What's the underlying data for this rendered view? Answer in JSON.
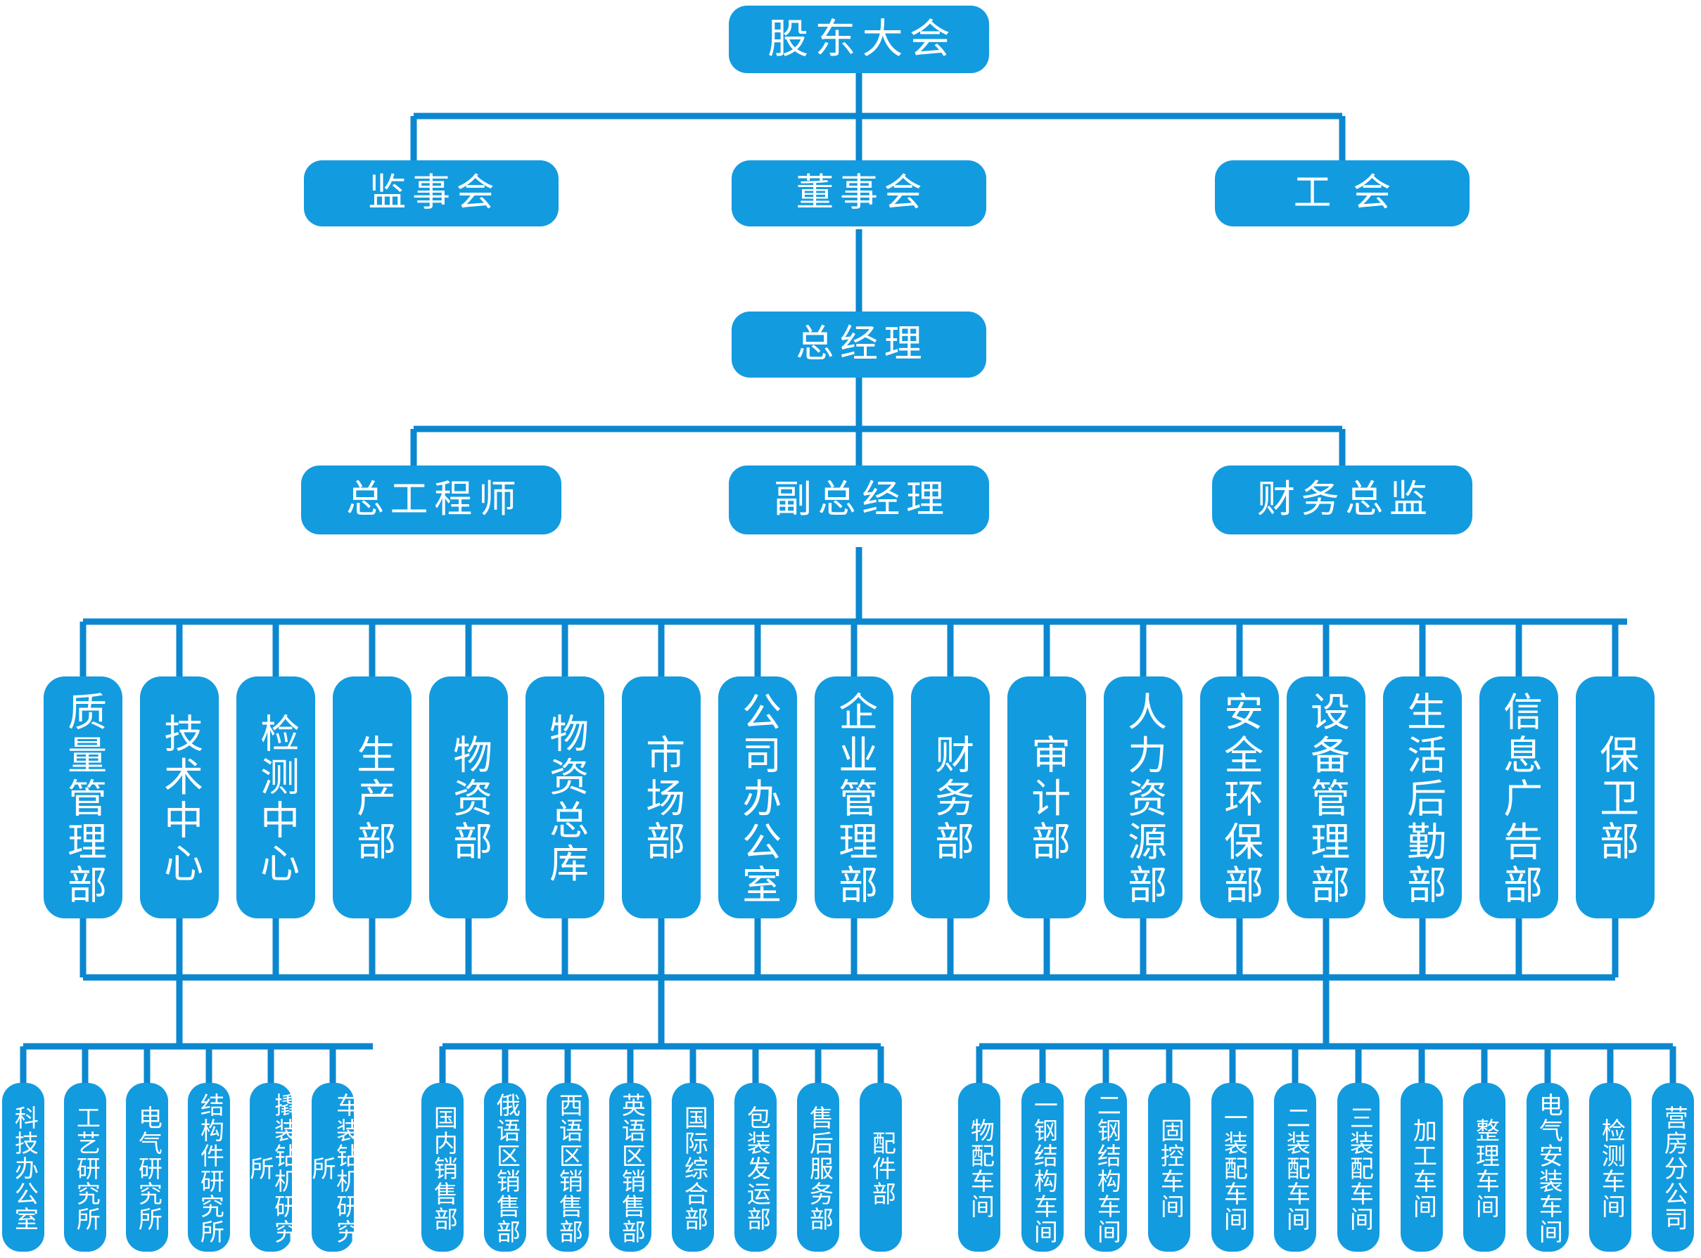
{
  "theme": {
    "node_fill": "#139BE0",
    "line_color": "#0B87D0",
    "text_color": "#FFFFFF",
    "background": "#FFFFFF"
  },
  "chart_title": "",
  "levels": {
    "level1": {
      "label": "股东大会"
    },
    "level2": [
      {
        "label": "监事会"
      },
      {
        "label": "董事会"
      },
      {
        "label": "工 会"
      }
    ],
    "level3": {
      "label": "总经理"
    },
    "level4": [
      {
        "label": "总工程师"
      },
      {
        "label": "副总经理"
      },
      {
        "label": "财务总监"
      }
    ]
  },
  "departments": [
    {
      "label": "质量管理部"
    },
    {
      "label": "技术中心"
    },
    {
      "label": "检测中心"
    },
    {
      "label": "生产部"
    },
    {
      "label": "物资部"
    },
    {
      "label": "物资总库"
    },
    {
      "label": "市场部"
    },
    {
      "label": "公司办公室"
    },
    {
      "label": "企业管理部"
    },
    {
      "label": "财务部"
    },
    {
      "label": "审计部"
    },
    {
      "label": "人力资源部"
    },
    {
      "label": "安全环保部"
    },
    {
      "label": "设备管理部"
    },
    {
      "label": "生活后勤部"
    },
    {
      "label": "信息广告部"
    },
    {
      "label": "保卫部"
    }
  ],
  "subgroups": {
    "technology_center": {
      "parent": "技术中心",
      "items": [
        {
          "label": "科技办公室"
        },
        {
          "label": "工艺研究所"
        },
        {
          "label": "电气研究所"
        },
        {
          "label": "结构件研究所"
        },
        {
          "label": "撬装钻机研究所"
        },
        {
          "label": "车装钻机研究所"
        }
      ]
    },
    "market_department": {
      "parent": "市场部",
      "items": [
        {
          "label": "国内销售部"
        },
        {
          "label": "俄语区销售部"
        },
        {
          "label": "西语区销售部"
        },
        {
          "label": "英语区销售部"
        },
        {
          "label": "国际综合部"
        },
        {
          "label": "包装发运部"
        },
        {
          "label": "售后服务部"
        },
        {
          "label": "配件部"
        }
      ]
    },
    "equipment_management": {
      "parent": "设备管理部",
      "items": [
        {
          "label": "物配车间"
        },
        {
          "label": "一钢结构车间"
        },
        {
          "label": "二钢结构车间"
        },
        {
          "label": "固控车间"
        },
        {
          "label": "一装配车间"
        },
        {
          "label": "二装配车间"
        },
        {
          "label": "三装配车间"
        },
        {
          "label": "加工车间"
        },
        {
          "label": "整理车间"
        },
        {
          "label": "电气安装车间"
        },
        {
          "label": "检测车间"
        },
        {
          "label": "营房分公司"
        }
      ]
    }
  }
}
